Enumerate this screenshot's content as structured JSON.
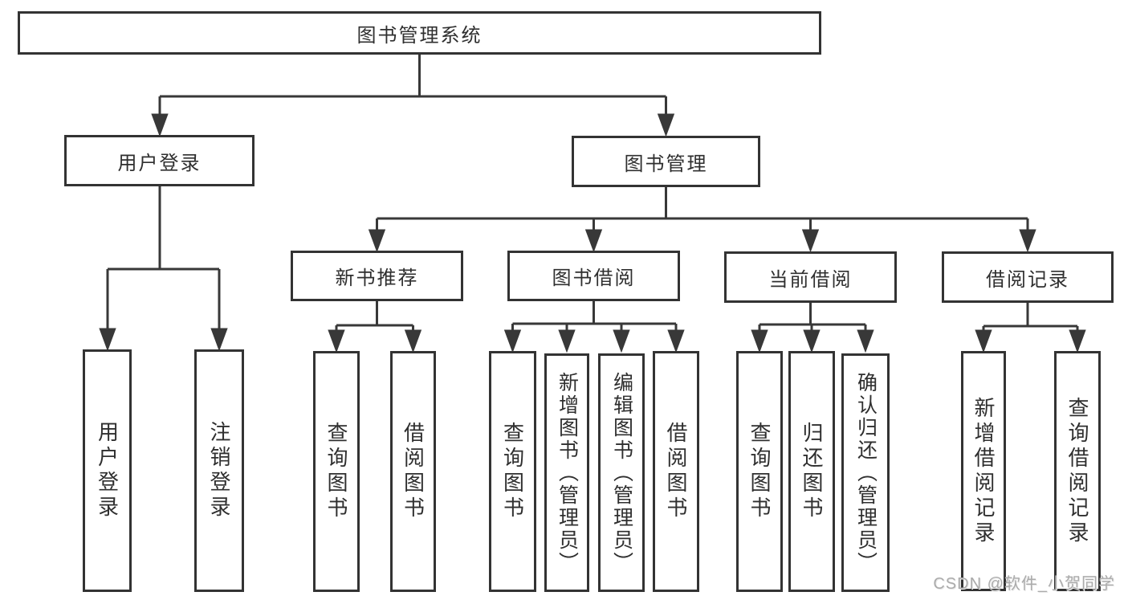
{
  "diagram": {
    "title": "图书管理系统",
    "nodes": {
      "root": {
        "label": "图书管理系统"
      },
      "user_login": {
        "label": "用户登录"
      },
      "book_mgmt": {
        "label": "图书管理"
      },
      "new_book_rec": {
        "label": "新书推荐"
      },
      "book_borrow": {
        "label": "图书借阅"
      },
      "current_borrow": {
        "label": "当前借阅"
      },
      "borrow_records": {
        "label": "借阅记录"
      },
      "leaf_user_login": {
        "label": "用户登录"
      },
      "leaf_logout": {
        "label": "注销登录"
      },
      "leaf_query_book_a": {
        "label": "查询图书"
      },
      "leaf_borrow_book_a": {
        "label": "借阅图书"
      },
      "leaf_query_book_b": {
        "label": "查询图书"
      },
      "leaf_add_book": {
        "label": "新增图书（管理员）"
      },
      "leaf_edit_book": {
        "label": "编辑图书（管理员）"
      },
      "leaf_borrow_book_b": {
        "label": "借阅图书"
      },
      "leaf_query_book_c": {
        "label": "查询图书"
      },
      "leaf_return_book": {
        "label": "归还图书"
      },
      "leaf_confirm_return": {
        "label": "确认归还（管理员）"
      },
      "leaf_add_record": {
        "label": "新增借阅记录"
      },
      "leaf_query_record": {
        "label": "查询借阅记录"
      }
    }
  },
  "watermark": {
    "text": "CSDN @软件_小贺同学"
  },
  "colors": {
    "line": "#383838",
    "box_border": "#333333",
    "text": "#2f2f2f",
    "watermark": "#ababab",
    "background": "#ffffff"
  }
}
